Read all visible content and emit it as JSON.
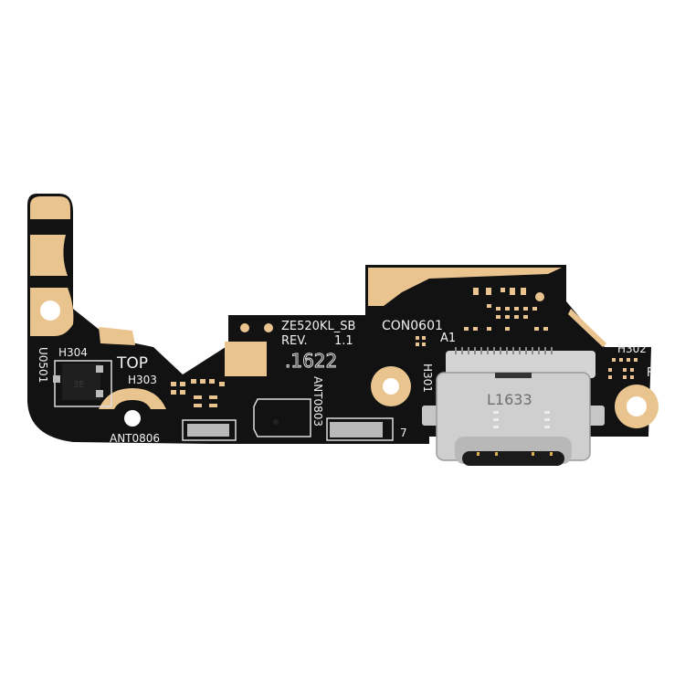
{
  "image": {
    "subject": "Charging port PCB board with USB Type-C connector",
    "background_color": "#ffffff",
    "pcb_color": "#121212",
    "gold_pad_color": "#e9c48f",
    "metal_color": "#c9c9c9"
  },
  "silkscreen": {
    "model": "ZE520KL_SB",
    "revision_label": "REV.",
    "revision_value": "1.1",
    "date_code": ".1622",
    "connector_ref": "CON0601",
    "pin_ref": "A1",
    "top_label": "TOP",
    "u0501": "U0501",
    "h301": "H301",
    "h302": "H302",
    "h303": "H303",
    "h304": "H304",
    "ant0803": "ANT0803",
    "ant0806": "ANT0806",
    "f_mark": "F",
    "seven_mark": "7",
    "ic_mark": "3E"
  },
  "connector": {
    "marking": "L1633",
    "type": "USB Type-C"
  }
}
